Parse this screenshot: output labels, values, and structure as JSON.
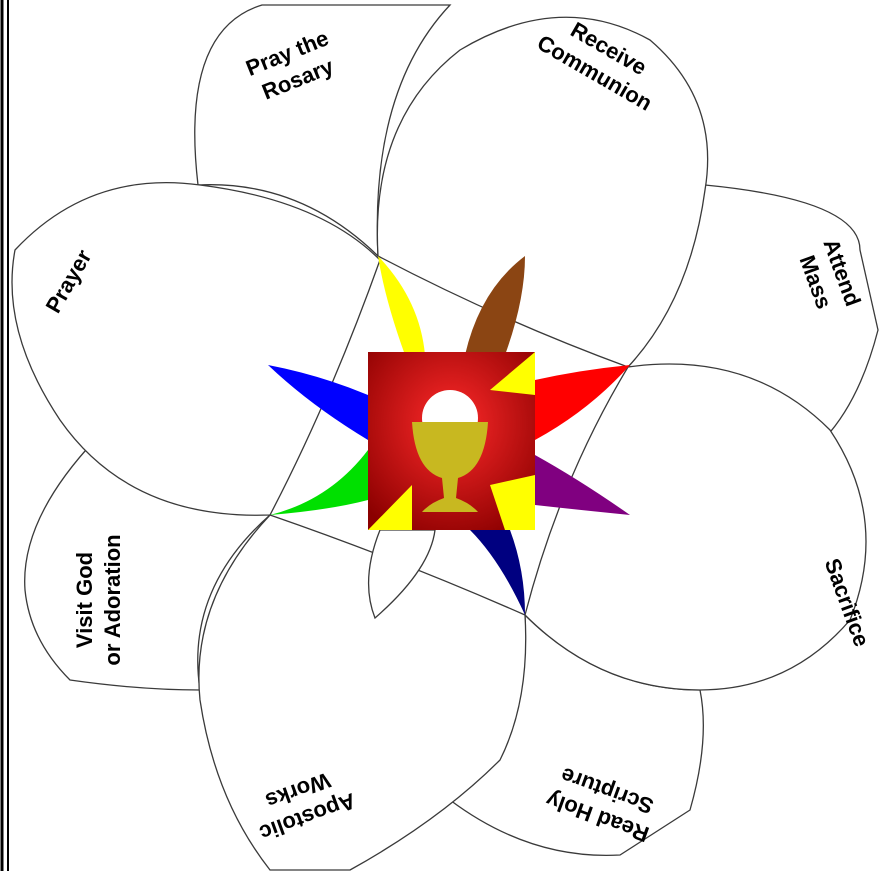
{
  "labels": {
    "rosary": [
      "Pray the",
      "Rosary"
    ],
    "communion": [
      "Receive",
      "Communion"
    ],
    "mass": [
      "Attend",
      "Mass"
    ],
    "prayer": [
      "Prayer"
    ],
    "sacrifice": [
      "Sacrifice"
    ],
    "scripture": [
      "Read Holy",
      "Scripture"
    ],
    "apostolic": [
      "Apostolic",
      "Works"
    ],
    "visit": [
      "Visit God",
      "or Adoration"
    ]
  },
  "colors": {
    "yellow": "#ffff00",
    "brown": "#8b4513",
    "blue": "#0000ff",
    "red": "#ff0000",
    "green": "#00e000",
    "purple": "#800080",
    "navy": "#000080",
    "chalice": "#c8b820",
    "square_dark": "#8b0000",
    "square_light": "#ff2a2a"
  },
  "center_icon": "chalice-host-icon"
}
